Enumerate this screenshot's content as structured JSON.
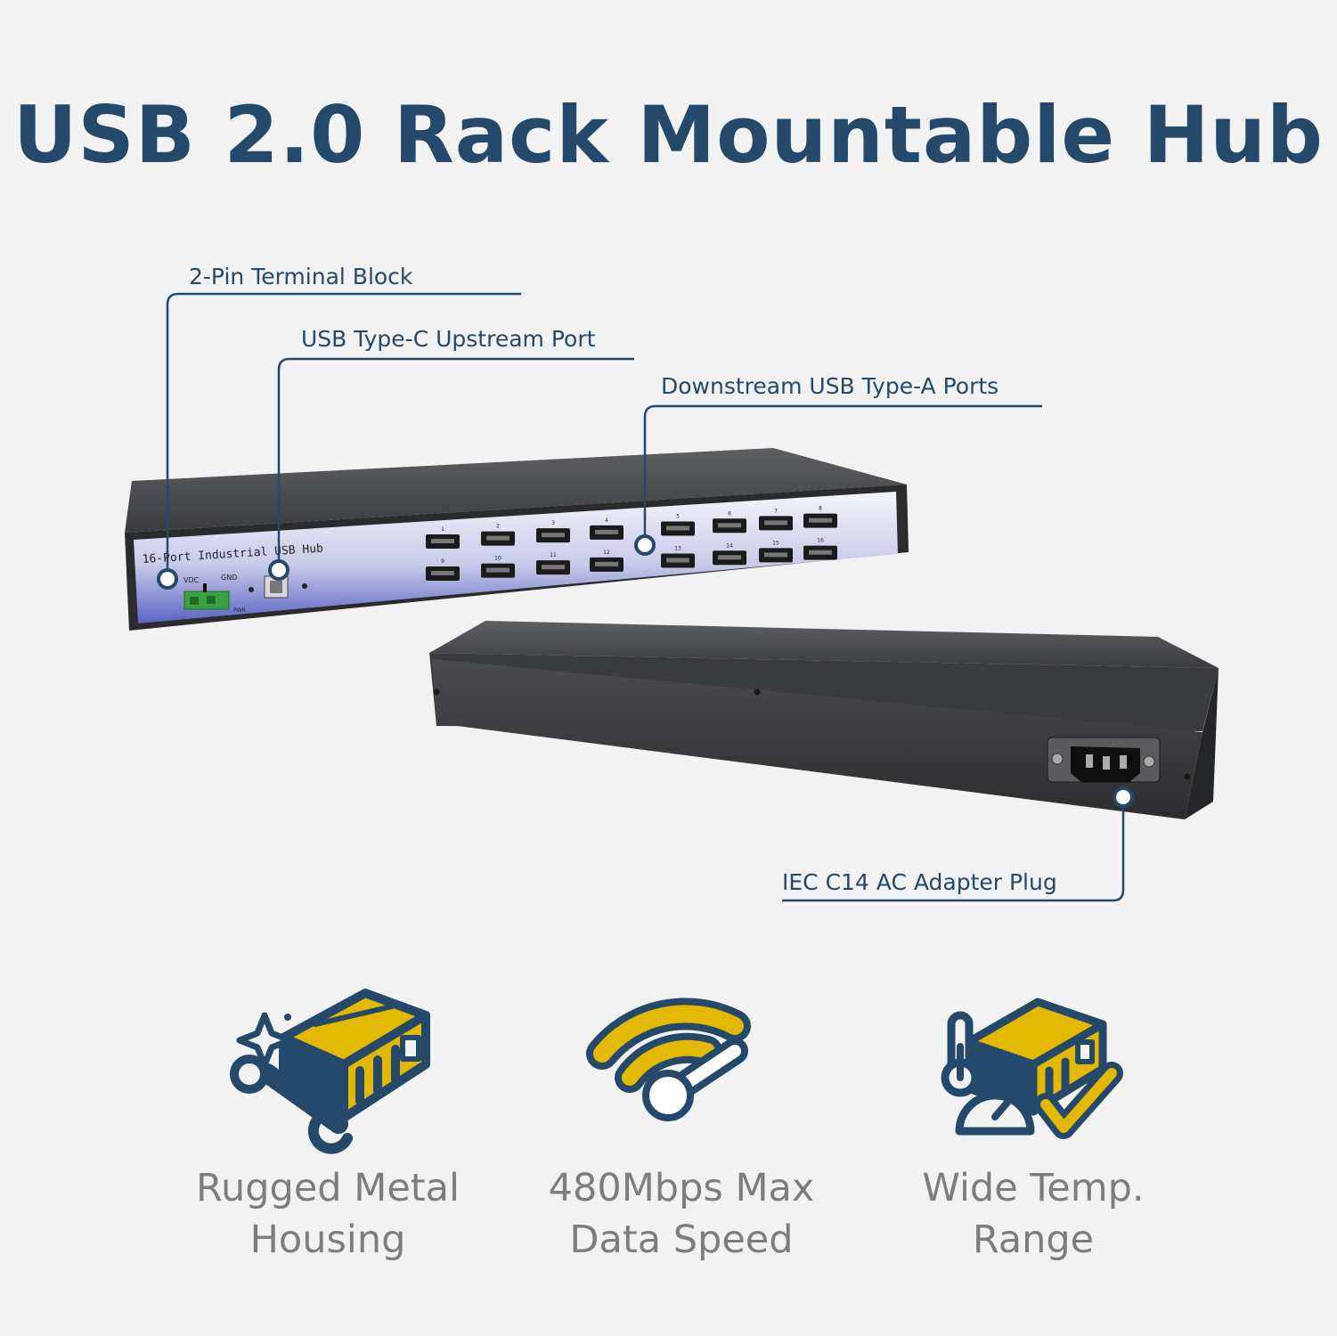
{
  "title": "USB 2.0 Rack Mountable Hub",
  "callouts": {
    "terminal_block": "2-Pin Terminal Block",
    "usb_c_upstream": "USB Type-C Upstream Port",
    "downstream_ports": "Downstream USB Type-A Ports",
    "iec_plug": "IEC C14 AC Adapter Plug"
  },
  "device_front": {
    "panel_label": "16-Port Industrial USB Hub",
    "vdc_label": "VDC",
    "gnd_label": "GND",
    "pwr_label": "PWR",
    "top_port_numbers": [
      "1",
      "2",
      "3",
      "4",
      "5",
      "6",
      "7",
      "8"
    ],
    "bottom_port_numbers": [
      "9",
      "10",
      "11",
      "12",
      "13",
      "14",
      "15",
      "16"
    ]
  },
  "features": [
    {
      "line1": "Rugged Metal",
      "line2": "Housing",
      "icon": "rugged-housing-icon"
    },
    {
      "line1": "480Mbps Max",
      "line2": "Data Speed",
      "icon": "speed-icon"
    },
    {
      "line1": "Wide Temp.",
      "line2": "Range",
      "icon": "temperature-range-icon"
    }
  ],
  "colors": {
    "navy": "#24496b",
    "gold": "#e2b800",
    "grey_text": "#7d7d7d",
    "background": "#f2f2f2"
  }
}
